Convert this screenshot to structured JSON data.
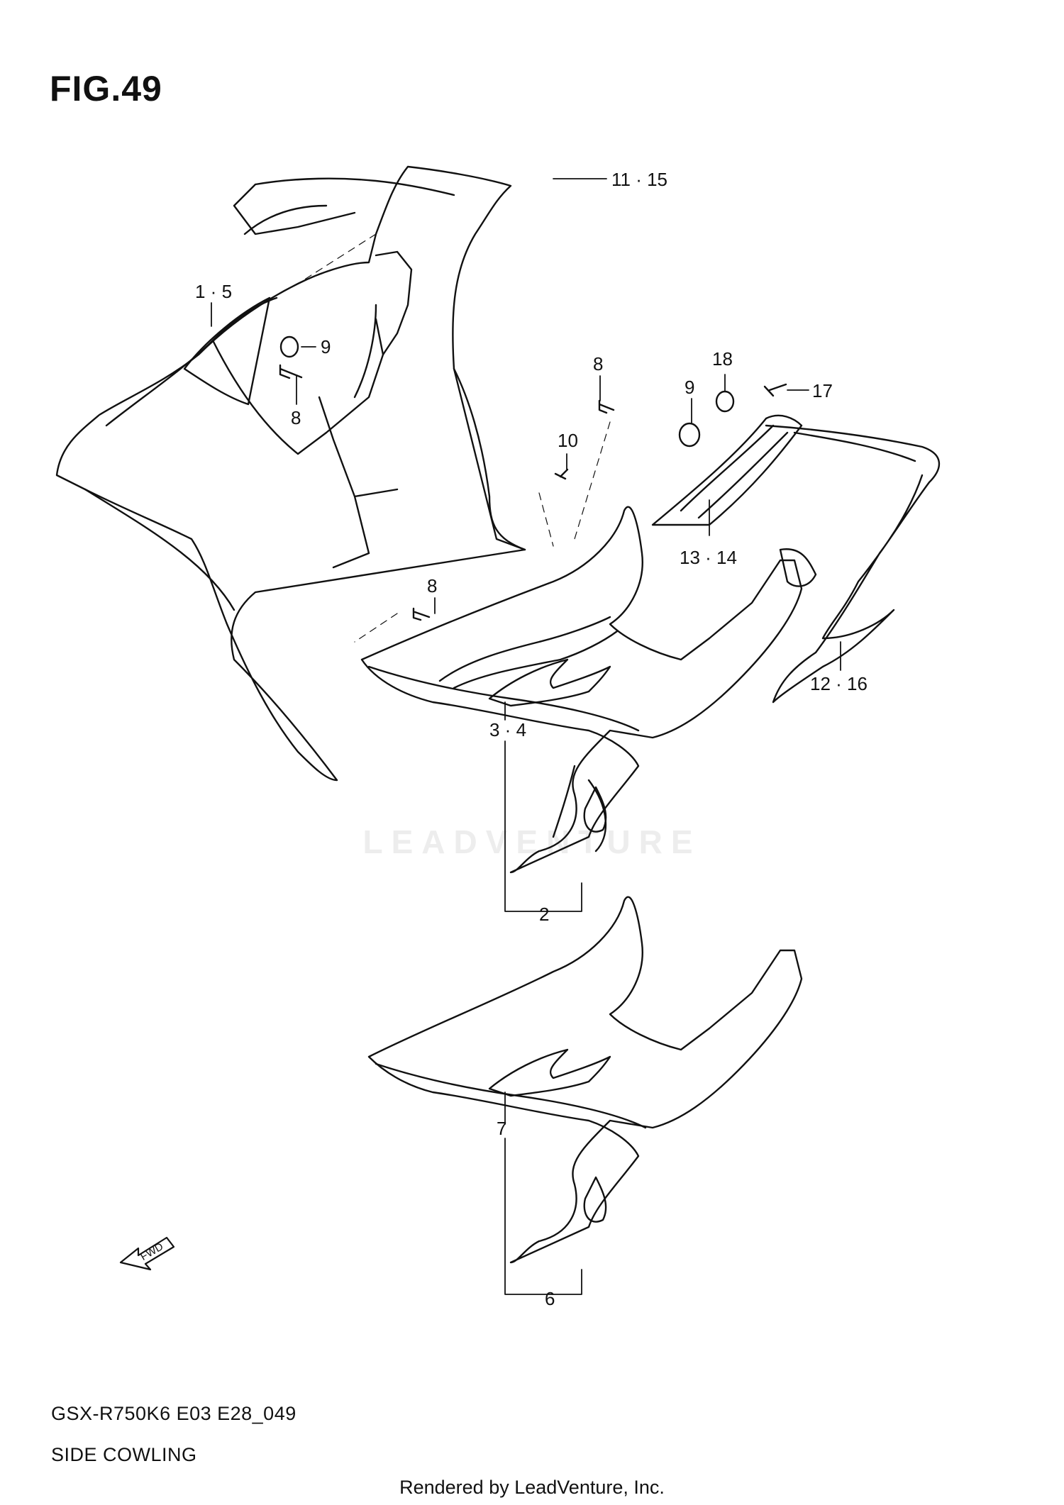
{
  "figure": {
    "title": "FIG.49",
    "model": "GSX-R750K6 E03 E28_049",
    "caption": "SIDE COWLING"
  },
  "callouts": [
    "11 · 15",
    "1 · 5",
    "9",
    "8",
    "8",
    "18",
    "9",
    "17",
    "10",
    "13 · 14",
    "8",
    "12 · 16",
    "3 · 4",
    "2",
    "7",
    "6"
  ],
  "fwd_label": "FWD",
  "watermark": "LEADVENTURE",
  "footer": "Rendered by LeadVenture, Inc."
}
